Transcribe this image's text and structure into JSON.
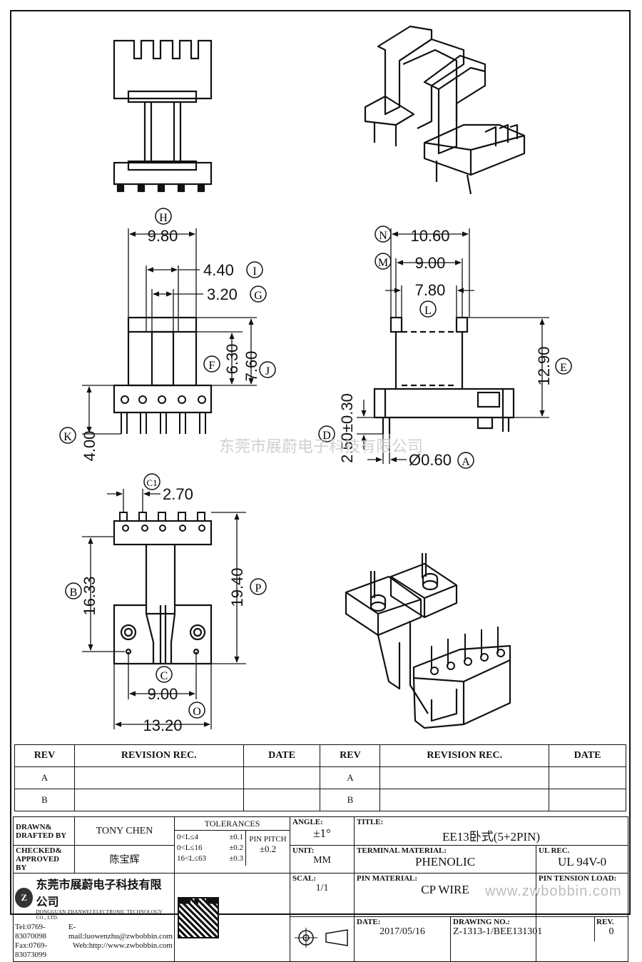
{
  "dims": {
    "h_label": "H",
    "h_val": "9.80",
    "i_val": "4.40",
    "i_label": "I",
    "g_val": "3.20",
    "g_label": "G",
    "f_label": "F",
    "f_val": "6.30",
    "j_val": "7.60",
    "j_label": "J",
    "k_label": "K",
    "k_val": "4.00",
    "n_label": "N",
    "n_val": "10.60",
    "m_label": "M",
    "m_val": "9.00",
    "l_val": "7.80",
    "l_label": "L",
    "e_val": "12.90",
    "e_label": "E",
    "d_val": "2.50±0.30",
    "d_label": "D",
    "a_val": "Ø0.60",
    "a_label": "A",
    "c1_label": "C1",
    "c1_val": "2.70",
    "b_val": "16.33",
    "b_label": "B",
    "p_val": "19.40",
    "p_label": "P",
    "c_label": "C",
    "c_val": "9.00",
    "o_label": "O",
    "o_val": "13.20"
  },
  "watermark_center": "东莞市展蔚电子科技有限公司",
  "watermark_bottom": "www.zwbobbin.com",
  "revision": {
    "headers": [
      "REV",
      "REVISION REC.",
      "DATE",
      "REV",
      "REVISION REC.",
      "DATE"
    ],
    "rows": [
      {
        "rev1": "A",
        "rev2": "A"
      },
      {
        "rev1": "B",
        "rev2": "B"
      }
    ]
  },
  "title_block": {
    "drawn_label": "DRAWN&\nDRAFTED BY",
    "drawn_value": "TONY CHEN",
    "checked_label": "CHECKED&\nAPPROVED BY",
    "checked_value": "陈宝辉",
    "tolerances_label": "TOLERANCES",
    "tol_ranges": [
      "0<L≤4",
      "0<L≤16",
      "16<L≤63"
    ],
    "tol_values": [
      "±0.1",
      "±0.2",
      "±0.3"
    ],
    "pin_pitch_label": "PIN PITCH",
    "pin_pitch_value": "±0.2",
    "angle_label": "ANGLE:",
    "angle_value": "±1°",
    "unit_label": "UNIT:",
    "unit_value": "MM",
    "scale_label": "SCAL:",
    "scale_value": "1/1",
    "title_label": "TITLE:",
    "title_value": "EE13卧式(5+2PIN)",
    "terminal_label": "TERMINAL MATERIAL:",
    "terminal_value": "PHENOLIC",
    "ul_label": "UL REC.",
    "ul_value": "UL 94V-0",
    "pin_material_label": "PIN MATERIAL:",
    "pin_material_value": "CP WIRE",
    "pin_tension_label": "PIN TENSION LOAD:",
    "date_label": "DATE:",
    "date_value": "2017/05/16",
    "drawing_no_label": "DRAWING NO.:",
    "drawing_no_value": "Z-1313-1/BEE131301",
    "rev_label": "REV.",
    "rev_value": "0",
    "company_cn": "东莞市展蔚电子科技有限公司",
    "company_en": "DONGGUAN ZHANWEI ELECTRONIC TECHNOLOGY CO., LTD.",
    "tel": "Tel:0769-83070098",
    "email": "E-mail:luowenzhu@zwbobbin.com",
    "fax": "Fax:0769-83073099",
    "web": "Web:http://www.zwbobbin.com"
  }
}
